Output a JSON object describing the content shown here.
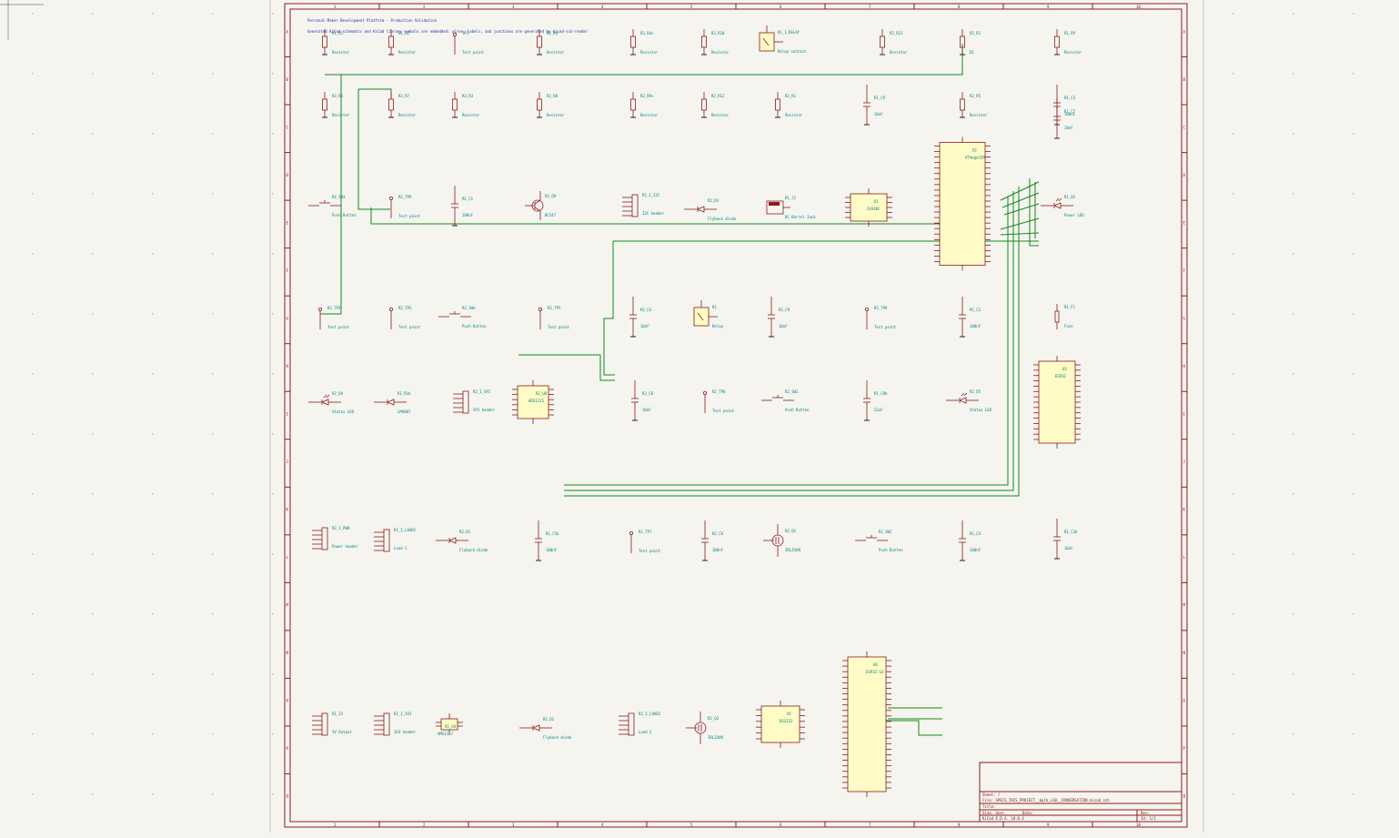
{
  "header": {
    "title": "Personal Maker Development Platform - Production Validation",
    "note": "Generated KiCad schematic and KiCad library symbols are embedded: wires, labels, and junctions are generated by kicad-sch-render"
  },
  "title_block": {
    "sheet": "Sheet: /",
    "file": "File: SPECS_THIS_PROJECT__kplk_v10__CONVERSATION.kicad_sch",
    "title": "Title:",
    "size_label": "Size: User",
    "date_label": "Date:",
    "rev_label": "Rev:",
    "kicad": "KiCad E.D.A. 10.0.4",
    "id": "Id: 1/1"
  },
  "frame": {
    "col_numbers": [
      "1",
      "2",
      "3",
      "4",
      "5",
      "6",
      "7",
      "8",
      "9",
      "10"
    ],
    "row_letters": [
      "A",
      "B",
      "C",
      "D",
      "E",
      "F",
      "G",
      "H",
      "I",
      "J",
      "K",
      "L",
      "M",
      "N",
      "O",
      "P",
      "Q"
    ]
  },
  "components": [
    {
      "ref": "R1_R1",
      "value": "Resistor",
      "kind": "resistor"
    },
    {
      "ref": "R1_R2",
      "value": "Resistor",
      "kind": "resistor"
    },
    {
      "ref": "TP1",
      "value": "Test point",
      "kind": "testpoint"
    },
    {
      "ref": "R2_R4",
      "value": "Resistor",
      "kind": "resistor"
    },
    {
      "ref": "R3_R4+",
      "value": "Resistor",
      "kind": "resistor"
    },
    {
      "ref": "R2_R10",
      "value": "Resistor",
      "kind": "resistor"
    },
    {
      "ref": "K1_1_RELAY",
      "value": "Relay contact",
      "kind": "relay"
    },
    {
      "ref": "R2_R13",
      "value": "Resistor",
      "kind": "resistor"
    },
    {
      "ref": "D1_R1",
      "value": "D1",
      "kind": "resistor"
    },
    {
      "ref": "R1_RP",
      "value": "Resistor",
      "kind": "resistor"
    },
    {
      "ref": "R3_R6",
      "value": "Resistor",
      "kind": "resistor"
    },
    {
      "ref": "R2_R7",
      "value": "Resistor",
      "kind": "resistor"
    },
    {
      "ref": "R3_R3",
      "value": "Resistor",
      "kind": "resistor"
    },
    {
      "ref": "R2_R8",
      "value": "Resistor",
      "kind": "resistor"
    },
    {
      "ref": "R2_R9+",
      "value": "Resistor",
      "kind": "resistor"
    },
    {
      "ref": "R2_R12",
      "value": "Resistor",
      "kind": "resistor"
    },
    {
      "ref": "R2_R1",
      "value": "Resistor",
      "kind": "resistor"
    },
    {
      "ref": "R1_C9",
      "value": "10nF",
      "kind": "capacitor"
    },
    {
      "ref": "R2_R5",
      "value": "Resistor",
      "kind": "resistor"
    },
    {
      "ref": "R1_C3",
      "value": "100nF",
      "kind": "capacitor"
    },
    {
      "ref": "R1_C7",
      "value": "10nF",
      "kind": "capacitor"
    },
    {
      "ref": "R2_SW3",
      "value": "Push Button",
      "kind": "button"
    },
    {
      "ref": "R2_TP9",
      "value": "Test point",
      "kind": "testpoint"
    },
    {
      "ref": "R1_C1",
      "value": "100nF",
      "kind": "capacitor"
    },
    {
      "ref": "R2_Q9",
      "value": "BC547",
      "kind": "transistor"
    },
    {
      "ref": "R2_I_I2C",
      "value": "I2C header",
      "kind": "header"
    },
    {
      "ref": "R2_D3",
      "value": "Flyback diode",
      "kind": "diode"
    },
    {
      "ref": "R1_J1",
      "value": "DC Barrel Jack",
      "kind": "jack"
    },
    {
      "ref": "U1",
      "value": "CH340C",
      "kind": "ic"
    },
    {
      "ref": "U2",
      "value": "ATmega328",
      "kind": "ic"
    },
    {
      "ref": "R1_D2",
      "value": "Power LED",
      "kind": "led"
    },
    {
      "ref": "R2_TP3",
      "value": "Test point",
      "kind": "testpoint"
    },
    {
      "ref": "R2_TP2",
      "value": "Test point",
      "kind": "testpoint"
    },
    {
      "ref": "R2_SWA",
      "value": "Push Button",
      "kind": "button"
    },
    {
      "ref": "R2_TP5",
      "value": "Test point",
      "kind": "testpoint"
    },
    {
      "ref": "R2_C4",
      "value": "10nF",
      "kind": "capacitor"
    },
    {
      "ref": "K1",
      "value": "Relay",
      "kind": "relay"
    },
    {
      "ref": "R2_C9",
      "value": "10nF",
      "kind": "capacitor"
    },
    {
      "ref": "R2_TP6",
      "value": "Test point",
      "kind": "testpoint"
    },
    {
      "ref": "R1_C2",
      "value": "100nF",
      "kind": "capacitor"
    },
    {
      "ref": "R1_F1",
      "value": "Fuse",
      "kind": "fuse"
    },
    {
      "ref": "R2_D4",
      "value": "Status LED",
      "kind": "led"
    },
    {
      "ref": "R1_R1b",
      "value": "LM4007",
      "kind": "diode"
    },
    {
      "ref": "R2_I_SPI",
      "value": "SPI header",
      "kind": "header"
    },
    {
      "ref": "R2_U8",
      "value": "ADS1115",
      "kind": "ic"
    },
    {
      "ref": "R2_C8",
      "value": "10nF",
      "kind": "capacitor"
    },
    {
      "ref": "R2_TP8",
      "value": "Test point",
      "kind": "testpoint"
    },
    {
      "ref": "R2_SW1",
      "value": "Push Button",
      "kind": "button"
    },
    {
      "ref": "R1_C9b",
      "value": "22uF",
      "kind": "capacitor"
    },
    {
      "ref": "R2_D5",
      "value": "Status LED",
      "kind": "led"
    },
    {
      "ref": "U3",
      "value": "ESP32",
      "kind": "ic"
    },
    {
      "ref": "R1_C1b",
      "value": "100nF",
      "kind": "capacitor"
    },
    {
      "ref": "R2_I_PWR",
      "value": "Power header",
      "kind": "header"
    },
    {
      "ref": "R2_I_LOAD1",
      "value": "Load 1",
      "kind": "header"
    },
    {
      "ref": "R2_D1",
      "value": "Flyback diode",
      "kind": "diode"
    },
    {
      "ref": "R2_TP7",
      "value": "Test point",
      "kind": "testpoint"
    },
    {
      "ref": "R2_C6",
      "value": "100nF",
      "kind": "capacitor"
    },
    {
      "ref": "R2_Q1",
      "value": "IRLZ44N",
      "kind": "mosfet"
    },
    {
      "ref": "R2_SW2",
      "value": "Push Button",
      "kind": "button"
    },
    {
      "ref": "R1_C4",
      "value": "100nF",
      "kind": "capacitor"
    },
    {
      "ref": "R1_C3b",
      "value": "10uF",
      "kind": "capacitor"
    },
    {
      "ref": "R1_J2",
      "value": "5V Output",
      "kind": "header"
    },
    {
      "ref": "R2_I_3V3",
      "value": "3V3 header",
      "kind": "header"
    },
    {
      "ref": "R1_U4",
      "value": "AMS1117",
      "kind": "ic"
    },
    {
      "ref": "R2_D2",
      "value": "Flyback diode",
      "kind": "diode"
    },
    {
      "ref": "R2_I_LOAD2",
      "value": "Load 2",
      "kind": "header"
    },
    {
      "ref": "R2_Q3",
      "value": "IRLZ44N",
      "kind": "mosfet"
    },
    {
      "ref": "U5",
      "value": "DS3231",
      "kind": "ic"
    },
    {
      "ref": "U6",
      "value": "ESP32-S3",
      "kind": "ic"
    }
  ]
}
